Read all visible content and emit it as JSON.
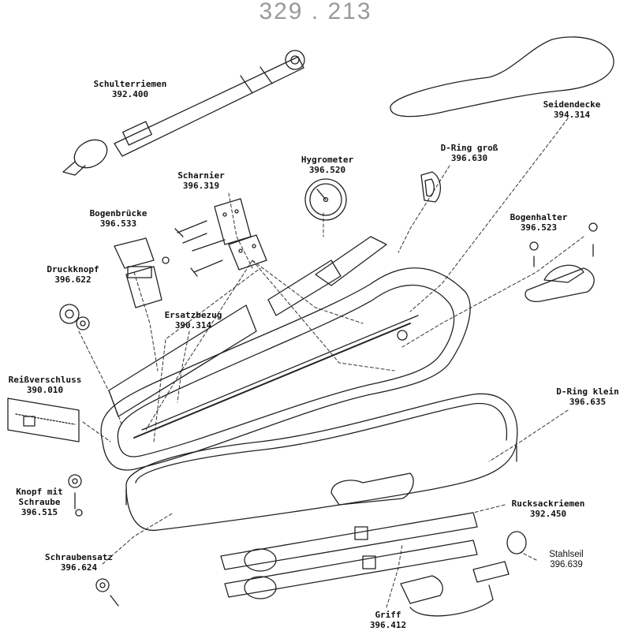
{
  "header": {
    "article_number": "329 . 213"
  },
  "parts": [
    {
      "id": "schulterriemen",
      "name": "Schulterriemen",
      "number": "392.400"
    },
    {
      "id": "seidendecke",
      "name": "Seidendecke",
      "number": "394.314"
    },
    {
      "id": "hygrometer",
      "name": "Hygrometer",
      "number": "396.520"
    },
    {
      "id": "d-ring-gross",
      "name": "D-Ring groß",
      "number": "396.630"
    },
    {
      "id": "scharnier",
      "name": "Scharnier",
      "number": "396.319"
    },
    {
      "id": "bogenbruecke",
      "name": "Bogenbrücke",
      "number": "396.533"
    },
    {
      "id": "bogenhalter",
      "name": "Bogenhalter",
      "number": "396.523"
    },
    {
      "id": "druckknopf",
      "name": "Druckknopf",
      "number": "396.622"
    },
    {
      "id": "ersatzbezug",
      "name": "Ersatzbezug",
      "number": "390.314"
    },
    {
      "id": "reissverschluss",
      "name": "Reißverschluss",
      "number": "390.010"
    },
    {
      "id": "d-ring-klein",
      "name": "D-Ring klein",
      "number": "396.635"
    },
    {
      "id": "knopf-mit-schraube",
      "name_line1": "Knopf mit",
      "name_line2": "Schraube",
      "number": "396.515"
    },
    {
      "id": "rucksackriemen",
      "name": "Rucksackriemen",
      "number": "392.450"
    },
    {
      "id": "stahlseil",
      "name": "Stahlseil",
      "number": "396.639"
    },
    {
      "id": "schraubensatz",
      "name": "Schraubensatz",
      "number": "396.624"
    },
    {
      "id": "griff",
      "name": "Griff",
      "number": "396.412"
    }
  ]
}
